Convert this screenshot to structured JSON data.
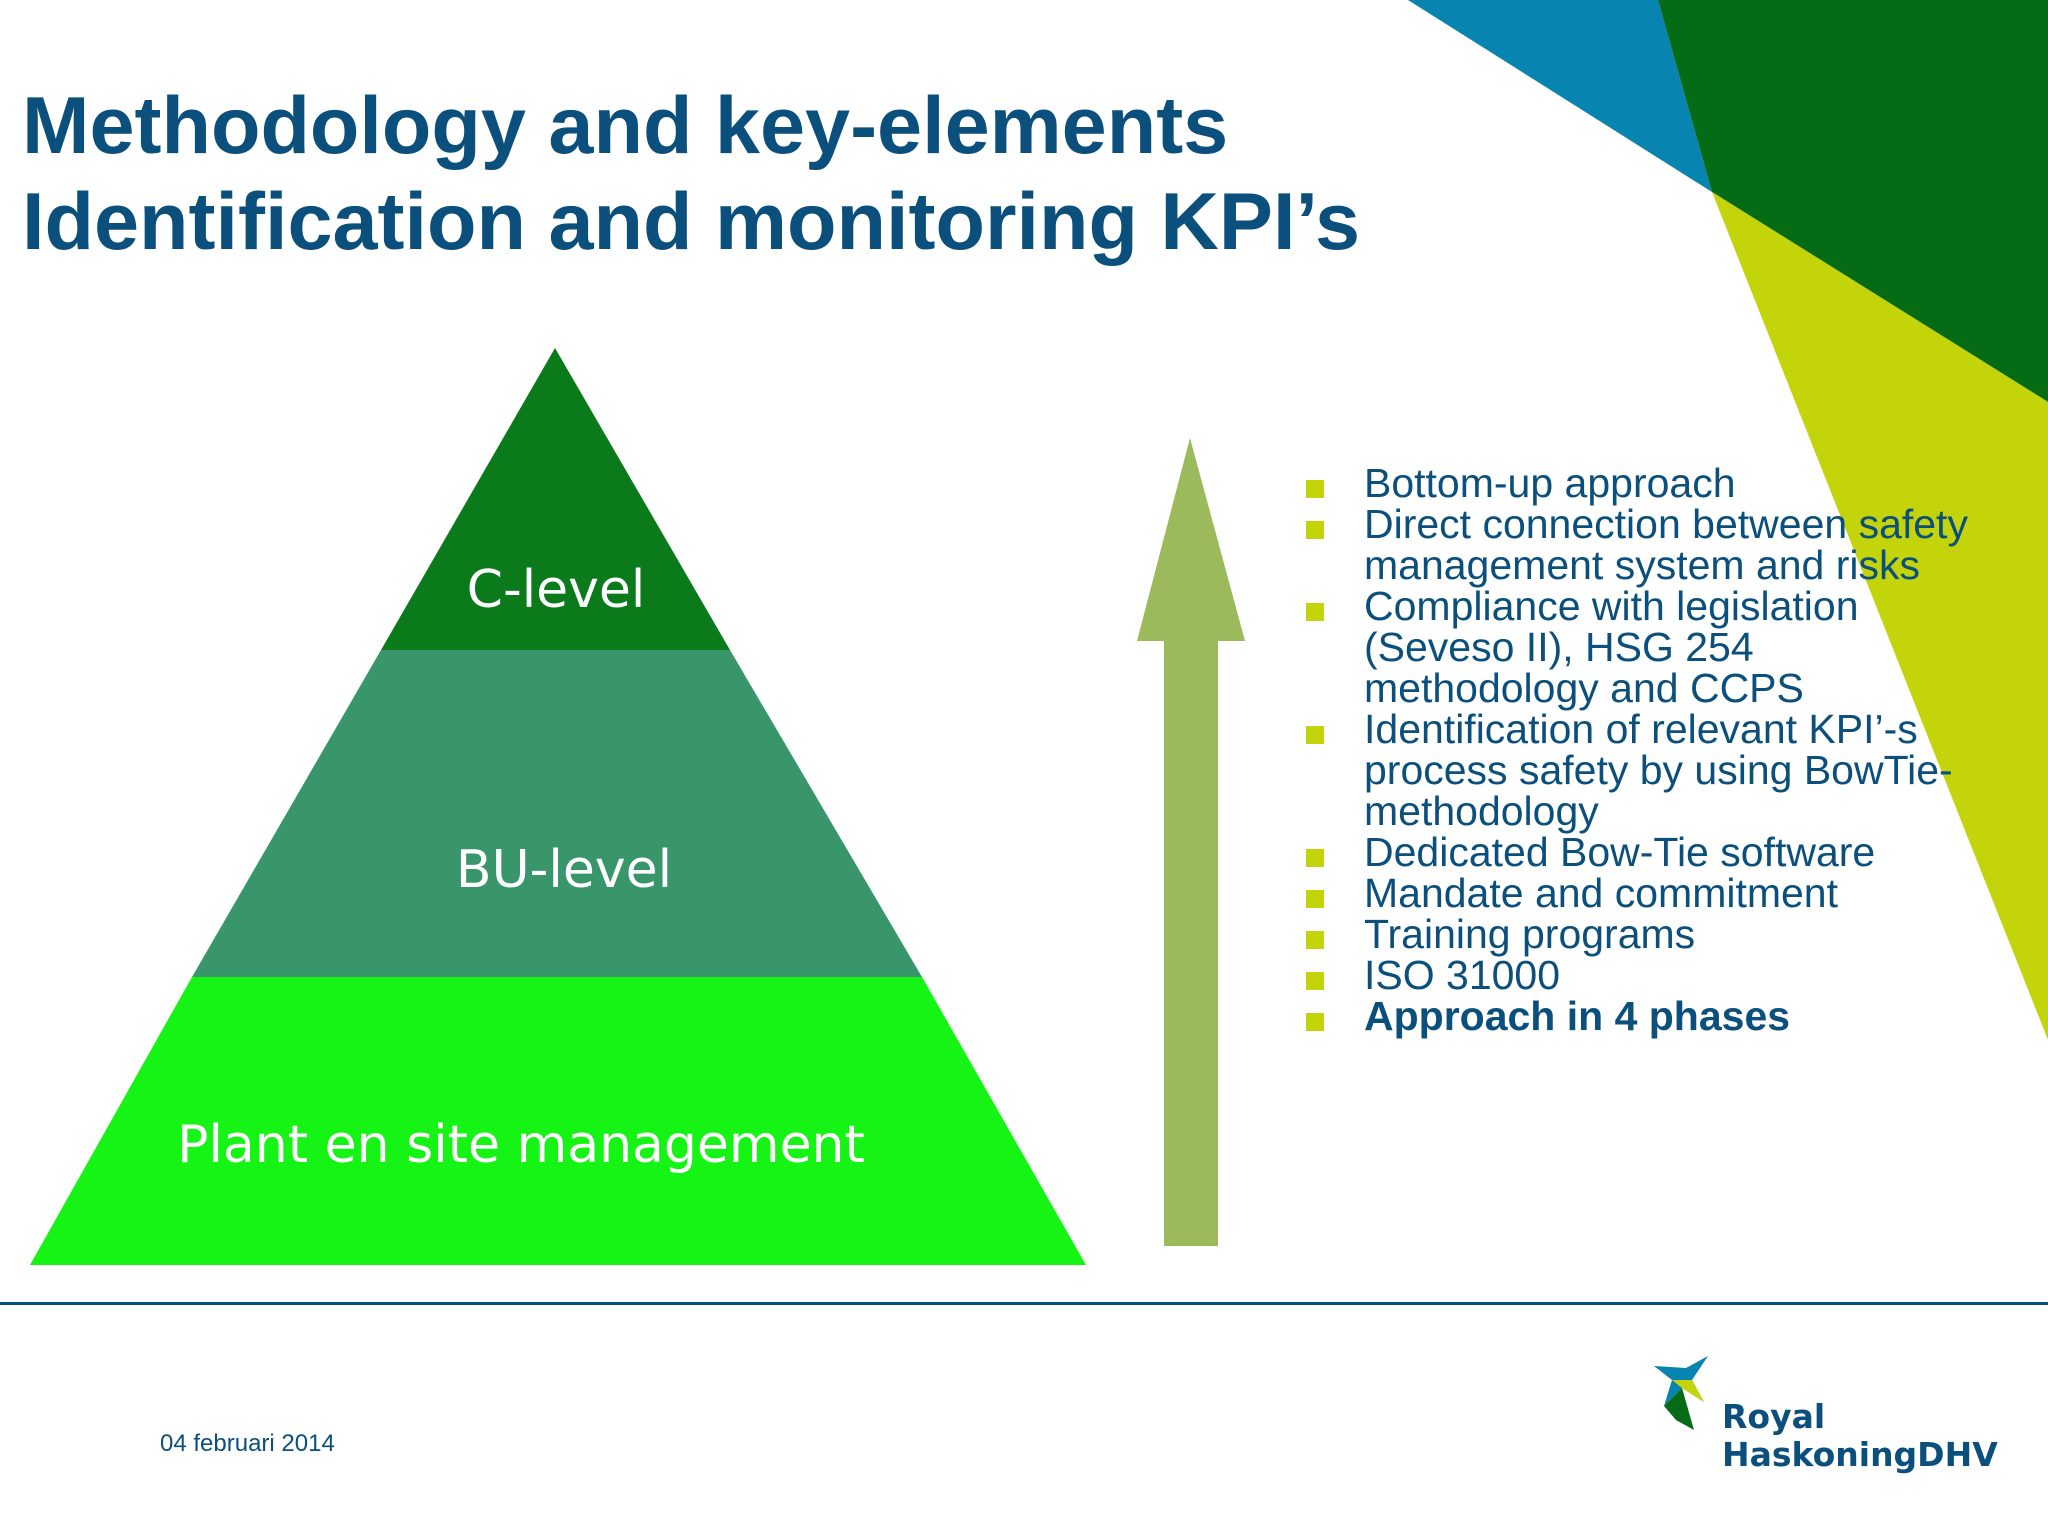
{
  "title": {
    "line1": "Methodology and key-elements",
    "line2": "Identification and monitoring KPI’s"
  },
  "pyramid": {
    "levels": [
      {
        "label": "C-level",
        "color": "#0b7a1b"
      },
      {
        "label": "BU-level",
        "color": "#38966a"
      },
      {
        "label": "Plant en site management",
        "color": "#15f415"
      }
    ]
  },
  "arrow": {
    "color": "#9bba5c"
  },
  "bullets": [
    "Bottom-up approach",
    "Direct connection between safety management system and risks",
    "Compliance with legislation (Seveso II), HSG 254 methodology and CCPS",
    "Identification of relevant KPI’-s process safety by using BowTie-methodology",
    "Dedicated Bow-Tie software",
    "Mandate and commitment",
    "Training programs",
    "ISO 31000",
    "Approach in 4 phases"
  ],
  "footer": {
    "date": "04 februari 2014",
    "logo_line1": "Royal",
    "logo_line2": "HaskoningDHV"
  },
  "colors": {
    "title": "#0b4f7c",
    "bullet_marker": "#c4d40a",
    "decor_blue": "#0884b0",
    "decor_dark_green": "#056b14",
    "decor_lime": "#c4d40a"
  }
}
